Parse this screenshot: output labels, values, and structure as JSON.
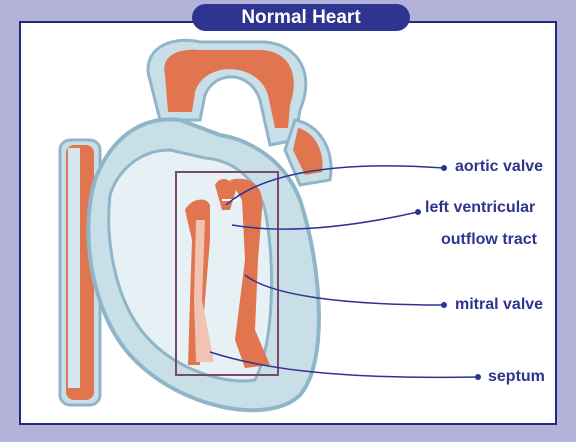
{
  "title": "Normal Heart",
  "labels": {
    "aortic_valve": "aortic valve",
    "lvot_line1": "left ventricular",
    "lvot_line2": "outflow tract",
    "mitral_valve": "mitral valve",
    "septum": "septum"
  },
  "colors": {
    "frame": "#b3b3d9",
    "border": "#1f2a80",
    "pill": "#2f3491",
    "label_text": "#2f3491",
    "vessel_red": "#e0754f",
    "heart_blue": "#c9dfe8",
    "heart_outline": "#8fb6c8",
    "septum_pink": "#f2c3b3",
    "leader": "#2f3491",
    "zoom_box": "#7a4a6a"
  }
}
